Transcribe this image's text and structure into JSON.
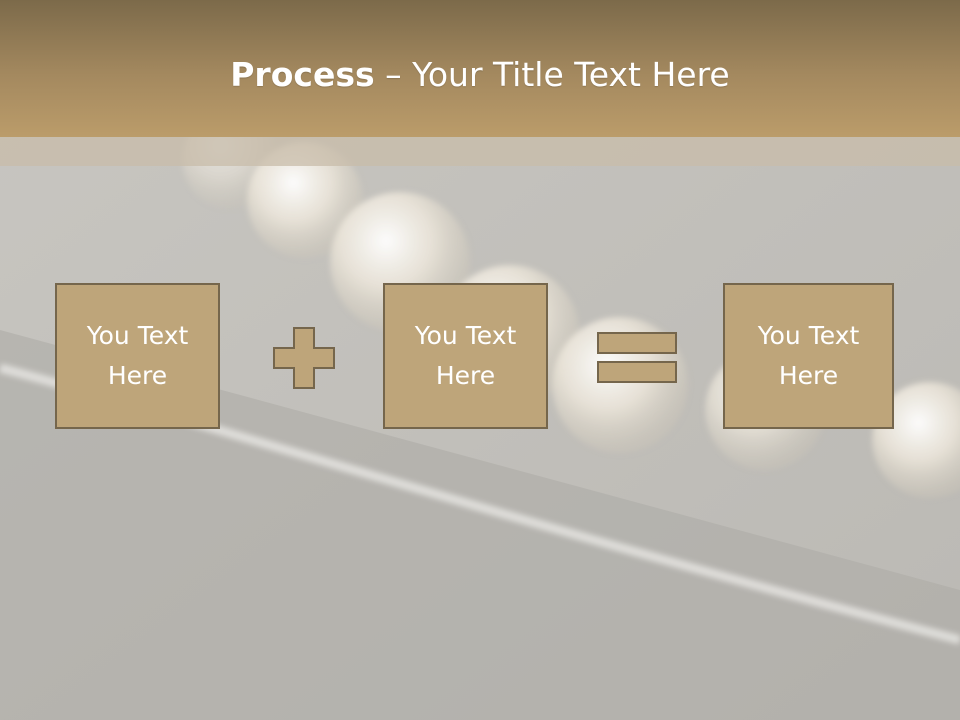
{
  "slide": {
    "title_bold": "Process",
    "title_rest": " – Your Title Text Here",
    "boxes": [
      {
        "text": "You Text Here"
      },
      {
        "text": "You Text Here"
      },
      {
        "text": "You Text Here"
      }
    ],
    "operators": [
      "plus",
      "equals"
    ]
  },
  "colors": {
    "header_dark": "#7c6a4a",
    "header_light": "#bb9c6a",
    "box_fill": "#bea57a",
    "box_border": "#75664c",
    "text": "#ffffff"
  }
}
